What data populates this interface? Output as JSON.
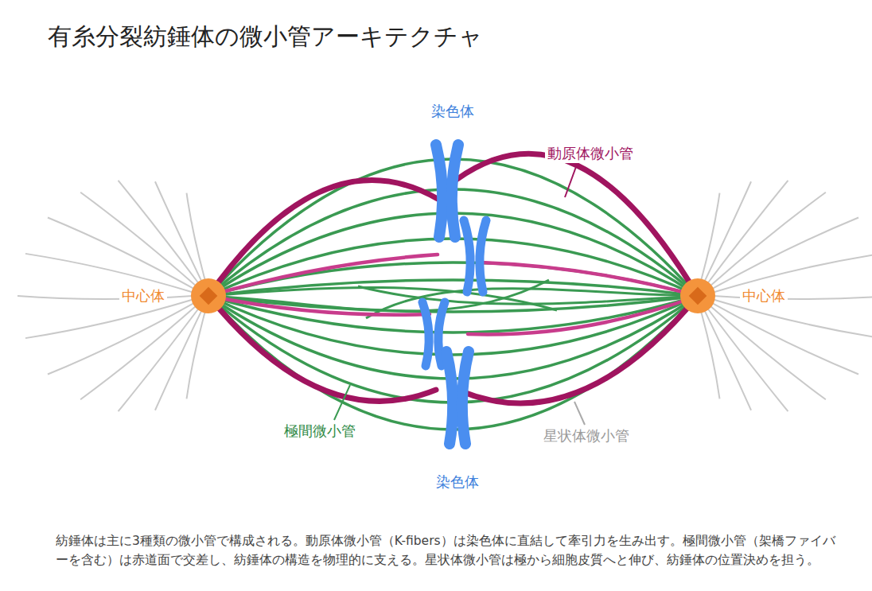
{
  "diagram": {
    "title": "有糸分裂紡錘体の微小管アーキテクチャ",
    "caption": "紡錘体は主に3種類の微小管で構成される。動原体微小管（K-fibers）は染色体に直結して牽引力を生み出す。極間微小管（架橋ファイバーを含む）は赤道面で交差し、紡錘体の構造を物理的に支える。星状体微小管は極から細胞皮質へと伸び、紡錘体の位置決めを担う。",
    "labels": [
      "染色体",
      "動原体微小管",
      "中心体",
      "中心体",
      "極間微小管",
      "星状体微小管",
      "染色体"
    ]
  }
}
